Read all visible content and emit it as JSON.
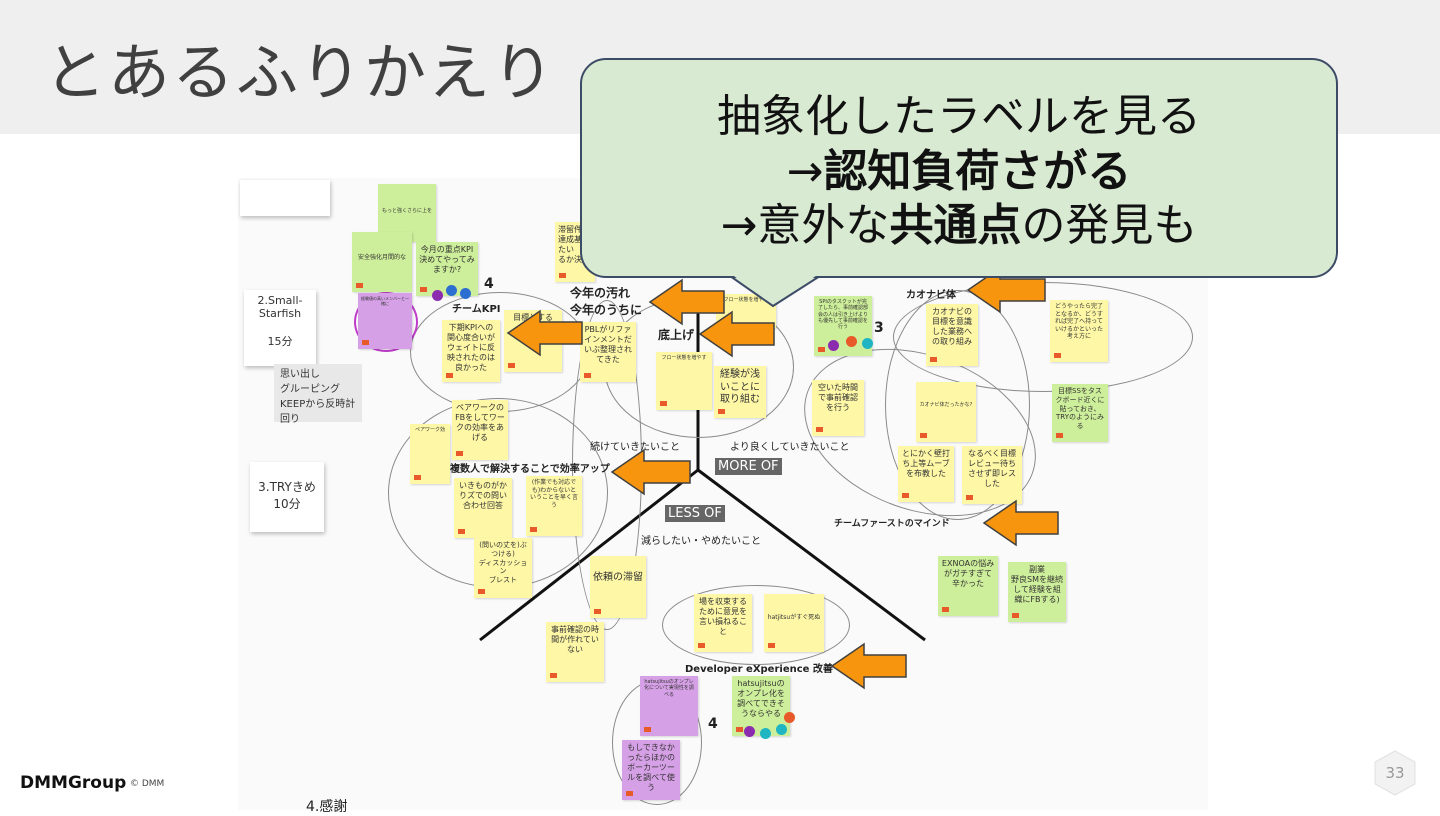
{
  "slide": {
    "title": "とあるふりかえり",
    "page_number": "33"
  },
  "callout": {
    "line1": "抽象化したラベルを見る",
    "line2_prefix": "→",
    "line2_bold": "認知負荷さがる",
    "line3_prefix": "→意外な",
    "line3_bold": "共通点",
    "line3_suffix": "の発見も"
  },
  "footer": {
    "logo": "DMMGroup",
    "copyright": "© DMM"
  },
  "side_panel": {
    "small_starfish": "2.Small-\nStarfish",
    "small_starfish_time": "15分",
    "bullets": [
      "思い出し",
      "グルーピング",
      "KEEPから反時計回り"
    ],
    "try": "3.TRYきめ",
    "try_time": "10分",
    "bottom": "4.感謝"
  },
  "board_labels": {
    "keep": "続けていきたいこと",
    "more": "より良くしていきたいこと",
    "more_of": "MORE OF",
    "less_of": "LESS OF",
    "less": "減らしたい・やめたいこと",
    "team_kpi": "チームKPI",
    "dirt": "今年の汚れ\n今年のうちに",
    "bottom_up": "底上げ",
    "navi": "カオナビ体",
    "pair": "複数人で解決することで効率アップ",
    "team_first": "チームファーストのマインド",
    "devx": "Developer eXperience 改善",
    "vote_4a": "4",
    "vote_3": "3",
    "vote_4b": "4"
  },
  "notes": {
    "n1": "もっと強くさらに上を",
    "n2": "安全強化月間的な",
    "n3": "今月の重点KPI決めてやってみますか?",
    "n4": "滞留件数\n達成基準\nたい\nるか決め",
    "n5": "下期KPIへの関心度合いがウェイトに反映されたのは良かった",
    "n6": "PBLがリファインメントだいぶ整理されてきた",
    "n7": "経験が浅いことに取り組む",
    "n8": "SPIのタスクットが完了したら、事前確認部会の人は引き上げよりも優先して事前確認を行う",
    "n9": "カオナビの目標を意識した業務への取り組み",
    "n10": "どうやったら完了となるか、どうすれば完了へ持っていけるかといった考え方に",
    "n11": "目標SSをタスクボード近くに貼っておき、TRYのようにみる",
    "n12": "空いた時間で事前確認を行う",
    "n13": "とにかく壁打ち上等ムーブを布教した",
    "n14": "なるべく目標レビュー待ちさせず即レスした",
    "n15": "ペアワークのFBをしてワークの効率をあげる",
    "n16": "いきものがかりズでの問い合わせ回答",
    "n17": "(作業でも対応でも)わからないということを早く言う",
    "n18": "(問いの丈を)ぶつける)\nディスカッション\nブレスト",
    "n19": "依頼の滞留",
    "n20": "事前確認の時間が作れていない",
    "n21": "場を収束するために意見を言い損ねること",
    "n22": "hatjitsuがすぐ死ぬ",
    "n23": "hatsujitsuのオンプレ化を調べてできそうならやる",
    "n24": "hatsujitsuのオンプレ化について実現性を調べる",
    "n25": "もしできなかったらほかのボーカーツールを調べて使う",
    "n26": "EXNOAの悩みがガチすぎて辛かった",
    "n27": "副業\n野良SMを継続して経験を組織にFBする)",
    "n28": "カオナビ体だったかな?",
    "n29": "経験値の高いメンバーと一緒に",
    "n30": "フロー状態を増やす",
    "n31": "ペアワーク効",
    "n32": "目標とする"
  },
  "colors": {
    "header_bg": "#efefef",
    "callout_bg": "#d9ead3",
    "callout_border": "#3d4c66",
    "arrow_fill": "#f7950f",
    "arrow_stroke": "#404040",
    "sticky_yellow": "#fdf7a6",
    "sticky_green": "#cdee9a",
    "sticky_purple": "#d6a0e6"
  }
}
